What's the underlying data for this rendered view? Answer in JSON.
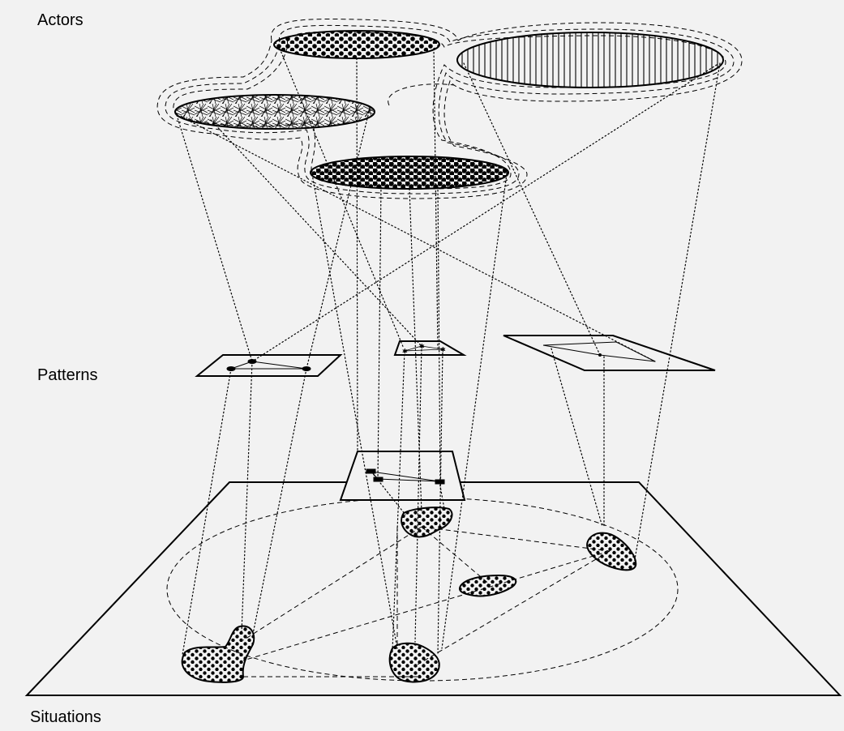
{
  "labels": {
    "actors": "Actors",
    "patterns": "Patterns",
    "situations": "Situations"
  },
  "colors": {
    "background": "#f2f2f2",
    "ink": "#000000"
  }
}
